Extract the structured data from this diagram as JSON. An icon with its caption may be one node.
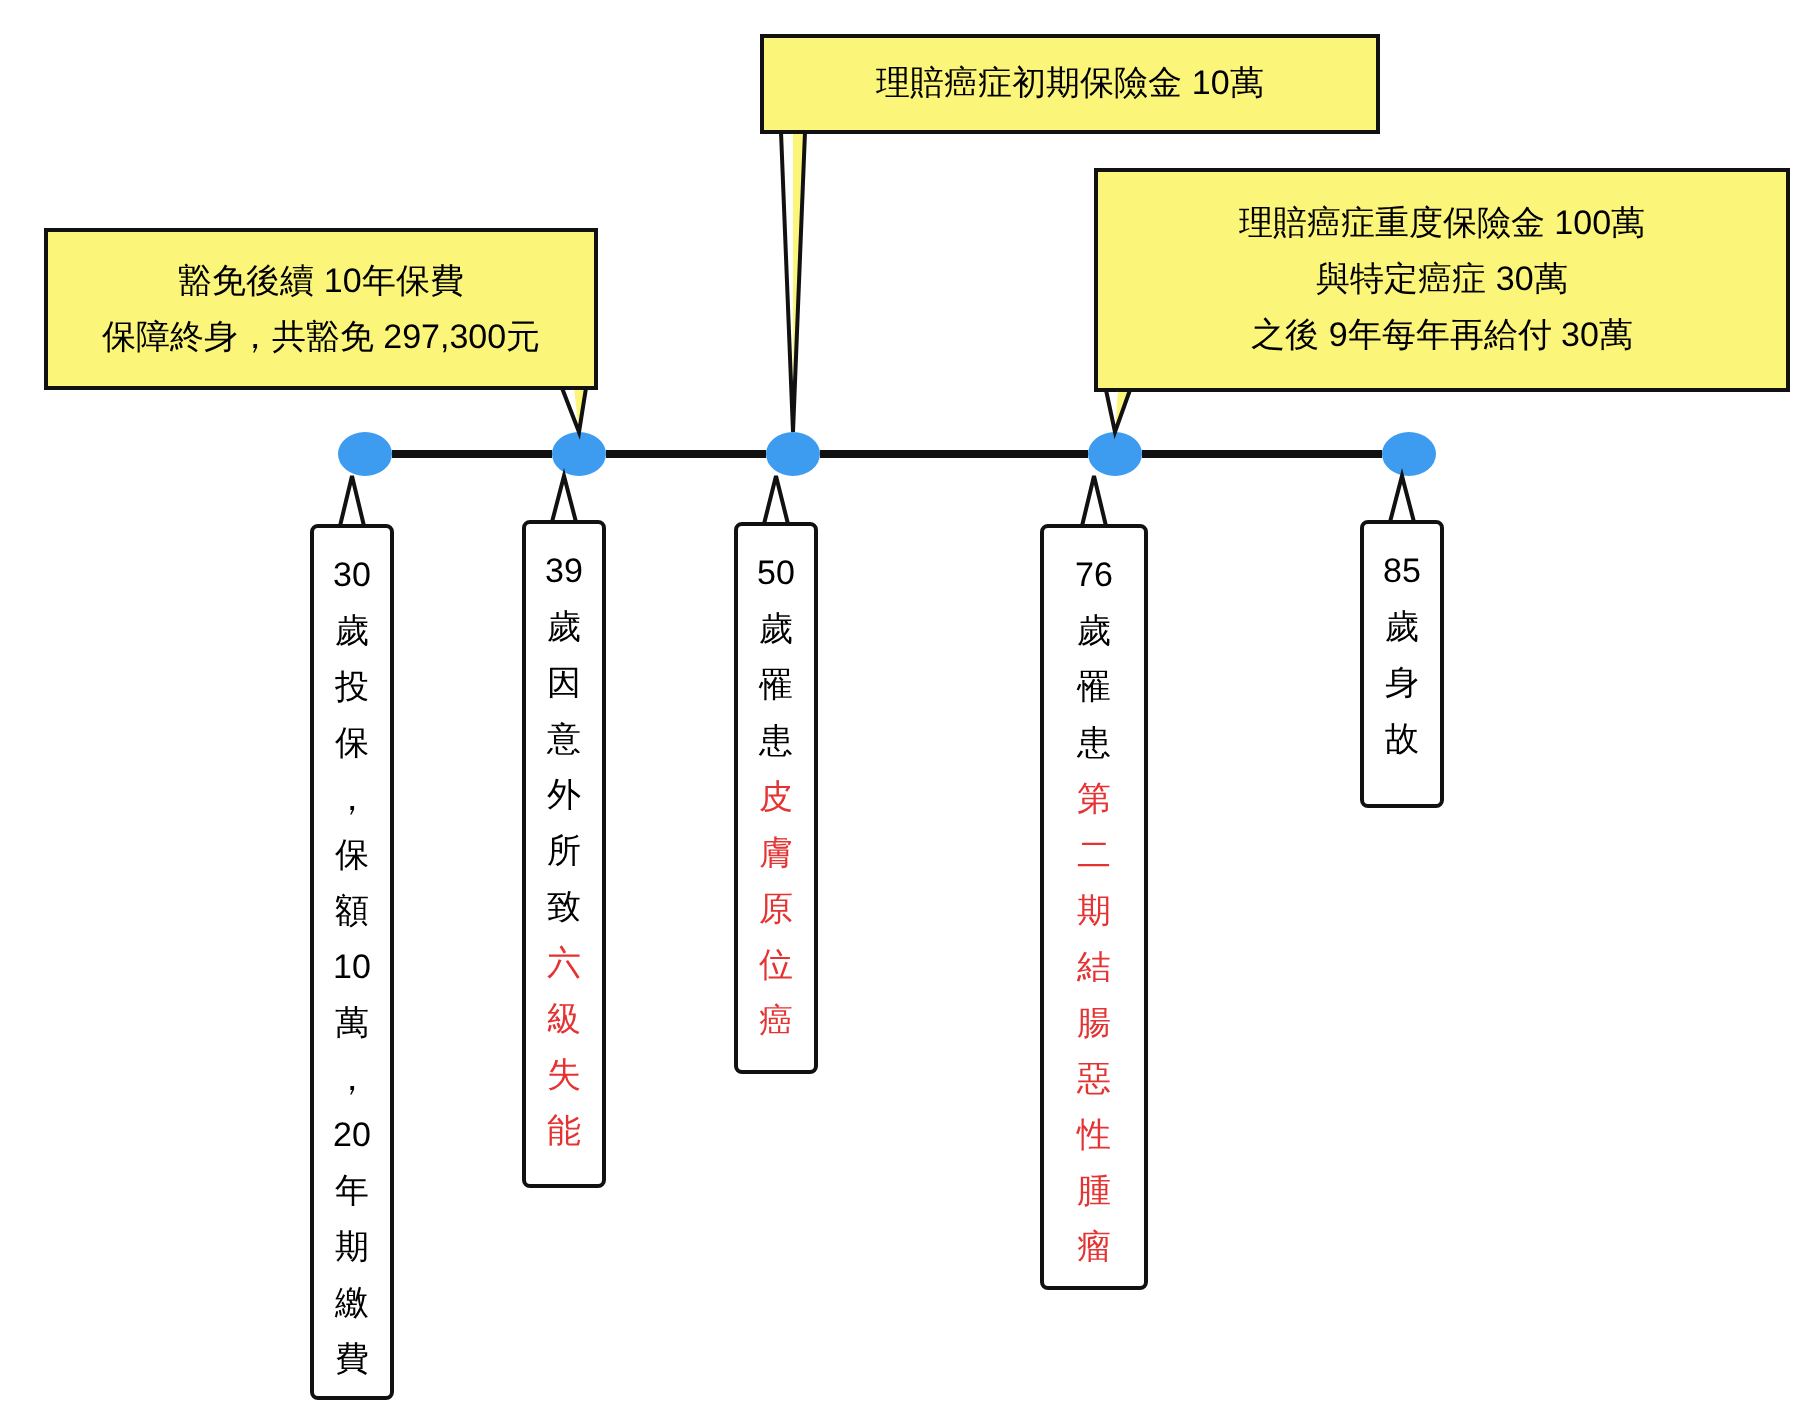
{
  "diagram": {
    "nodes": [
      {
        "text": [],
        "shape": "circle"
      },
      {
        "text": [],
        "shape": "circle"
      },
      {
        "text": [],
        "shape": "circle"
      },
      {
        "text": [],
        "shape": "circle"
      },
      {
        "text": [],
        "shape": "circle"
      },
      {
        "text": [
          "30歲投保，保額10萬，20年期繳費"
        ]
      },
      {
        "text": [
          "39歲因意外所致",
          "六級失能"
        ]
      },
      {
        "text": [
          "50歲罹患",
          "皮膚原位癌"
        ]
      },
      {
        "text": [
          "76歲罹患",
          "第二期結腸惡性腫瘤"
        ]
      },
      {
        "text": [
          "85歲身故"
        ]
      },
      {
        "text": [
          "豁免後續 10年保費",
          "保障終身，共豁免 297,300元"
        ]
      },
      {
        "text": [
          "理賠癌症初期保險金 10萬"
        ]
      },
      {
        "text": [
          "理賠癌症重度保險金 100萬",
          "與特定癌症 30萬",
          "之後 9年每年再給付 30萬"
        ]
      }
    ],
    "edges": [
      {
        "from": 0,
        "to": 1,
        "arrow": "none"
      },
      {
        "from": 1,
        "to": 2,
        "arrow": "none"
      },
      {
        "from": 2,
        "to": 3,
        "arrow": "none"
      },
      {
        "from": 3,
        "to": 4,
        "arrow": "none"
      },
      {
        "from": 10,
        "to": 1,
        "arrow": "none"
      },
      {
        "from": 11,
        "to": 2,
        "arrow": "none"
      },
      {
        "from": 12,
        "to": 3,
        "arrow": "none"
      },
      {
        "from": 5,
        "to": 0,
        "arrow": "none"
      },
      {
        "from": 6,
        "to": 1,
        "arrow": "none"
      },
      {
        "from": 7,
        "to": 2,
        "arrow": "none"
      },
      {
        "from": 8,
        "to": 3,
        "arrow": "none"
      },
      {
        "from": 9,
        "to": 4,
        "arrow": "none"
      }
    ]
  }
}
